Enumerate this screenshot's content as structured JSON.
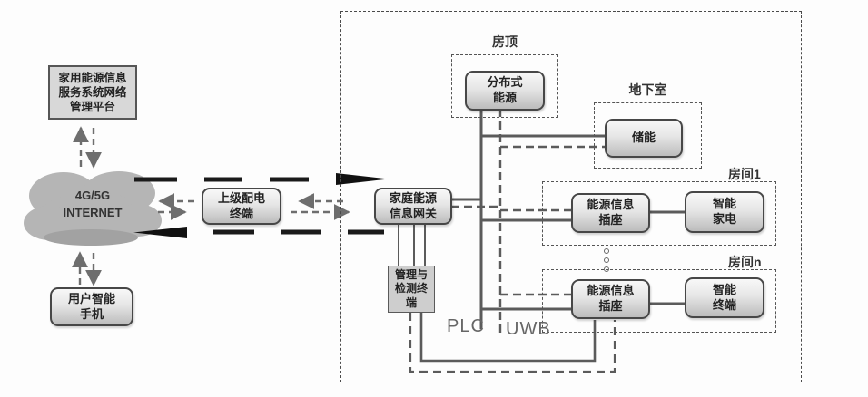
{
  "left_column": {
    "platform": "家用能源信息\n服务系统网络\n管理平台",
    "cloud": "4G/5G\nINTERNET",
    "phone": "用户智能\n手机"
  },
  "middle": {
    "upstream_terminal": "上级配电\n终端",
    "gateway": "家庭能源\n信息网关",
    "management_terminal": "管理与\n检测终\n端"
  },
  "house": {
    "roof_label": "房顶",
    "distributed_energy": "分布式\n能源",
    "basement_label": "地下室",
    "storage": "储能",
    "room1_label": "房间1",
    "room1_socket": "能源信息\n插座",
    "room1_appliance": "智能\n家电",
    "roomn_label": "房间n",
    "roomn_socket": "能源信息\n插座",
    "roomn_terminal": "智能\n终端",
    "plc_label": "PLC",
    "uwb_label": "UWB"
  },
  "colors": {
    "structure_line": "#5b5b5b",
    "power_line": "#1a1a1a",
    "comm_arrow": "#6e6e6e",
    "box_fill_top": "#f8f8f8",
    "box_fill_bottom": "#bcbcbc",
    "cloud_fill": "#b5b5b5"
  }
}
